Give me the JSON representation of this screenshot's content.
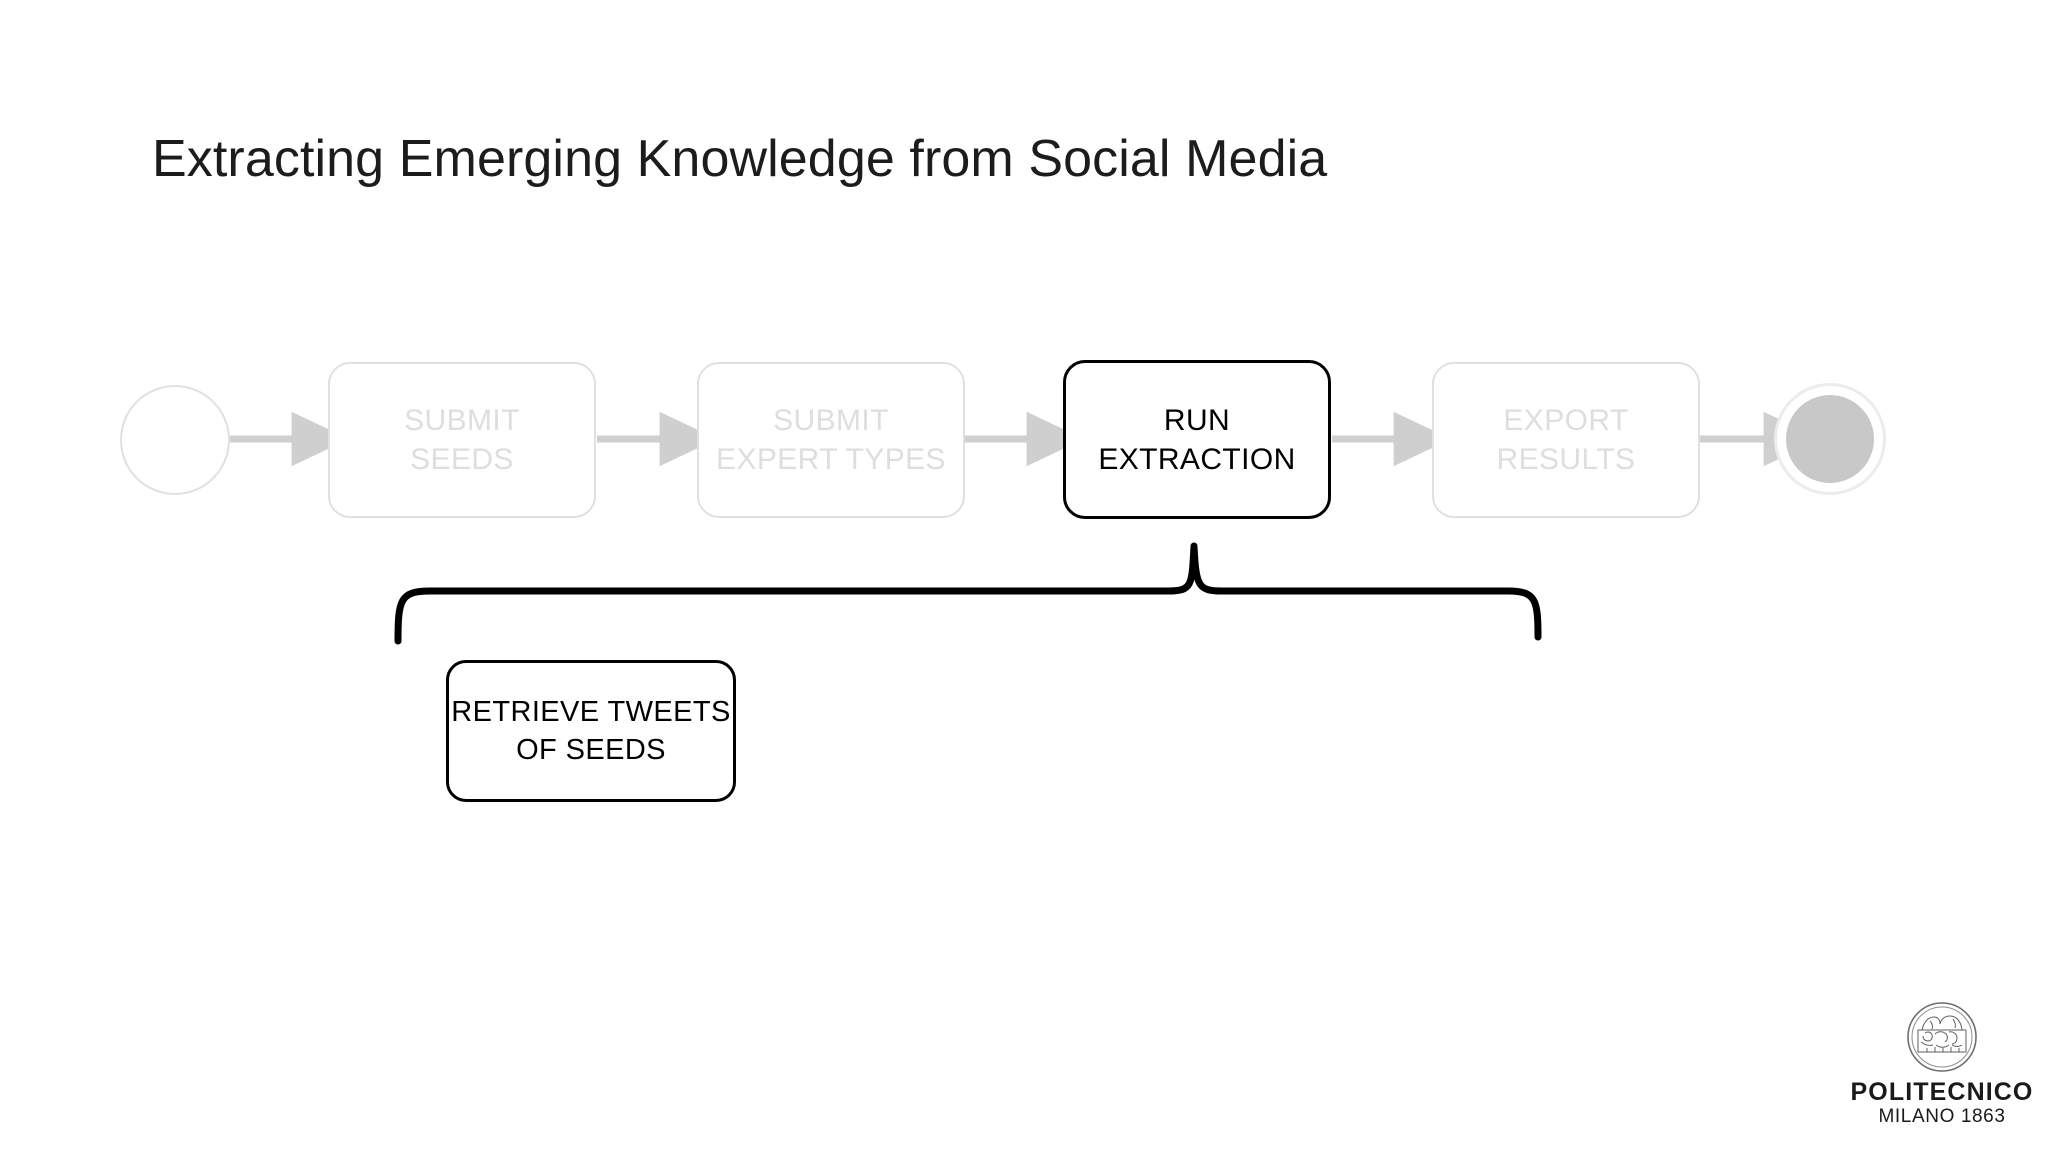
{
  "slide": {
    "title": "Extracting Emerging Knowledge from Social Media",
    "background_color": "#ffffff"
  },
  "colors": {
    "dim_stroke": "#e0e0e0",
    "dim_text": "#dedede",
    "active_stroke": "#000000",
    "active_text": "#000000",
    "connector": "#cfcfcf",
    "end_event_fill": "#c8c8c8",
    "title_text": "#1c1c1c"
  },
  "process": {
    "start_event": {
      "name": "start-event",
      "state": "dimmed"
    },
    "tasks": [
      {
        "id": "submit-seeds",
        "label": "SUBMIT\nSEEDS",
        "state": "dimmed"
      },
      {
        "id": "submit-expert-types",
        "label": "SUBMIT\nEXPERT TYPES",
        "state": "dimmed"
      },
      {
        "id": "run-extraction",
        "label": "RUN\nEXTRACTION",
        "state": "highlighted"
      },
      {
        "id": "export-results",
        "label": "EXPORT\nRESULTS",
        "state": "dimmed"
      }
    ],
    "end_event": {
      "name": "end-event",
      "state": "dimmed"
    },
    "subprocess": {
      "id": "retrieve-tweets-of-seeds",
      "label": "RETRIEVE TWEETS\nOF SEEDS",
      "state": "highlighted",
      "parent_task": "run-extraction"
    },
    "connectors": [
      {
        "from": "start-event",
        "to": "submit-seeds"
      },
      {
        "from": "submit-seeds",
        "to": "submit-expert-types"
      },
      {
        "from": "submit-expert-types",
        "to": "run-extraction"
      },
      {
        "from": "run-extraction",
        "to": "export-results"
      },
      {
        "from": "export-results",
        "to": "end-event"
      }
    ],
    "expansion_brace": {
      "name": "expansion-brace",
      "from": "run-extraction",
      "describes": "retrieve-tweets-of-seeds"
    }
  },
  "logo": {
    "name": "politecnico-milano-logo",
    "wordmark": "POLITECNICO",
    "subtitle": "MILANO 1863"
  }
}
